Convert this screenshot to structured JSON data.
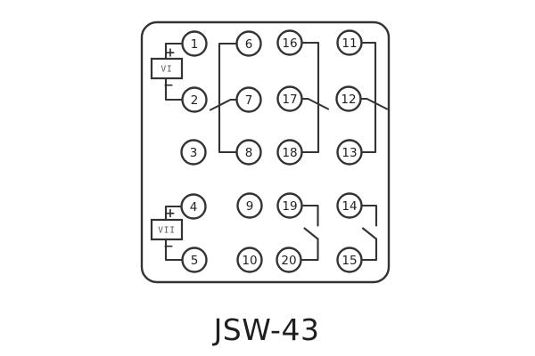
{
  "title": "JSW-43",
  "panel": {
    "terminals": [
      "1",
      "6",
      "16",
      "11",
      "2",
      "7",
      "17",
      "12",
      "3",
      "8",
      "18",
      "13",
      "4",
      "9",
      "19",
      "14",
      "5",
      "10",
      "20",
      "15"
    ],
    "windings": [
      {
        "label": "VI",
        "plus": "+",
        "minus": "−",
        "plus_terminal": "1",
        "minus_terminal": "2"
      },
      {
        "label": "VII",
        "plus": "+",
        "minus": "−",
        "plus_terminal": "4",
        "minus_terminal": "5"
      }
    ],
    "connections": [
      {
        "type": "changeover-contact",
        "rail": [
          "6",
          "8"
        ],
        "blade_from": "7",
        "rail_side": "left"
      },
      {
        "type": "changeover-contact",
        "rail": [
          "16",
          "18"
        ],
        "blade_from": "17",
        "rail_side": "right"
      },
      {
        "type": "changeover-contact",
        "rail": [
          "11",
          "13"
        ],
        "blade_from": "12",
        "rail_side": "right"
      },
      {
        "type": "make-contact",
        "between": [
          "19",
          "20"
        ],
        "rail_side": "right"
      },
      {
        "type": "make-contact",
        "between": [
          "14",
          "15"
        ],
        "rail_side": "right"
      }
    ],
    "unconnected_terminals": [
      "3",
      "9",
      "10"
    ]
  },
  "colors": {
    "line": "#333333",
    "text": "#1f1f1f",
    "background": "#ffffff"
  }
}
